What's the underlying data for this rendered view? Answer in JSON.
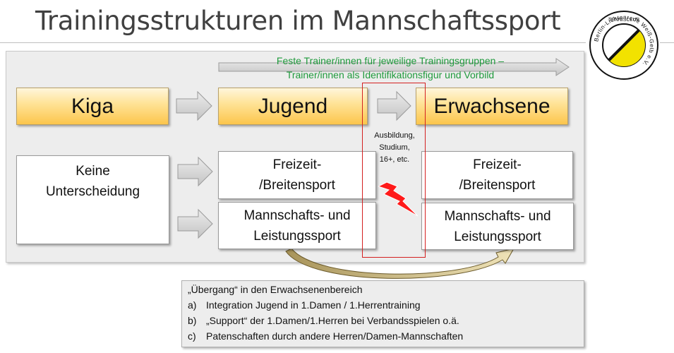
{
  "title": "Trainingsstrukturen im Mannschaftssport",
  "logo": {
    "text_top": "TENNISCLUB",
    "text_ring": "Berlin-Lichtenrade Weiß-Gelb e.V.",
    "colors": {
      "yellow": "#f2e200",
      "black": "#111111"
    }
  },
  "banner": "Feste Trainer/innen für jeweilige Trainingsgruppen –\nTrainer/innen als Identifikationsfigur und Vorbild",
  "stages": {
    "kiga": "Kiga",
    "jugend": "Jugend",
    "erwachsene": "Erwachsene"
  },
  "transition": "Ausbildung,\nStudium,\n16+, etc.",
  "boxes": {
    "keine": "Keine\nUnterscheidung",
    "jugend_freizeit": "Freizeit-\n/Breitensport",
    "jugend_leistung": "Mannschafts- und\nLeistungssport",
    "erw_freizeit": "Freizeit-\n/Breitensport",
    "erw_leistung": "Mannschafts- und\nLeistungssport"
  },
  "notes": {
    "heading": "„Übergang“ in den Erwachsenenbereich",
    "items": [
      {
        "marker": "a)",
        "text": "Integration Jugend in 1.Damen / 1.Herrentraining"
      },
      {
        "marker": "b)",
        "text": "„Support“ der 1.Damen/1.Herren bei Verbandsspielen o.ä."
      },
      {
        "marker": "c)",
        "text": "Patenschaften durch andere Herren/Damen-Mannschaften"
      }
    ]
  },
  "colors": {
    "banner_text": "#1f9a3c",
    "lightning": "#ff1a1a",
    "red_frame": "#d42020",
    "gold_top": "#fff6dc",
    "gold_bottom": "#fcc64c"
  }
}
